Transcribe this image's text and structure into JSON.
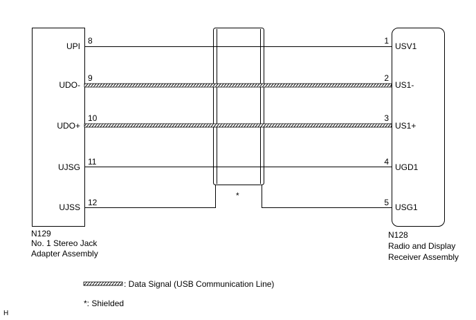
{
  "left_connector": {
    "code": "N129",
    "name_line1": "No. 1 Stereo Jack",
    "name_line2": "Adapter Assembly"
  },
  "right_connector": {
    "code": "N128",
    "name_line1": "Radio and Display",
    "name_line2": "Receiver Assembly"
  },
  "wires": [
    {
      "left_signal": "UPI",
      "left_pin": "8",
      "right_pin": "1",
      "right_signal": "USV1",
      "type": "plain"
    },
    {
      "left_signal": "UDO-",
      "left_pin": "9",
      "right_pin": "2",
      "right_signal": "US1-",
      "type": "data"
    },
    {
      "left_signal": "UDO+",
      "left_pin": "10",
      "right_pin": "3",
      "right_signal": "US1+",
      "type": "data"
    },
    {
      "left_signal": "UJSG",
      "left_pin": "11",
      "right_pin": "4",
      "right_signal": "UGD1",
      "type": "plain"
    },
    {
      "left_signal": "UJSS",
      "left_pin": "12",
      "right_pin": "5",
      "right_signal": "USG1",
      "type": "shield-drain"
    }
  ],
  "shield_mark": "*",
  "legend": {
    "data_signal": ": Data Signal (USB Communication Line)",
    "shielded": "*: Shielded"
  },
  "corner_mark": "H"
}
